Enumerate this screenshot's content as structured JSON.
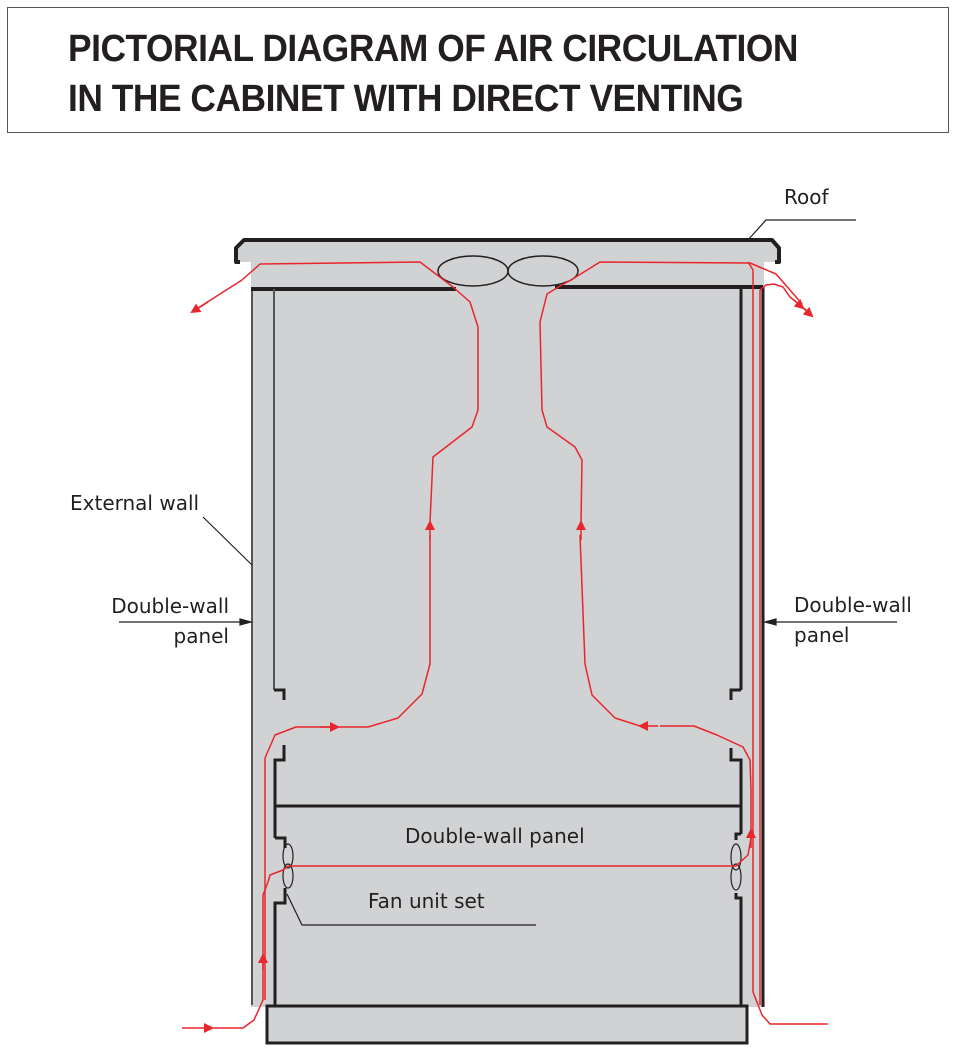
{
  "title": {
    "line1": "PICTORIAL DIAGRAM OF AIR CIRCULATION",
    "line2": "IN THE CABINET WITH DIRECT VENTING"
  },
  "labels": {
    "roof": "Roof",
    "external_wall": "External wall",
    "double_wall_left_1": "Double-wall",
    "double_wall_left_2": "panel",
    "double_wall_right_1": "Double-wall",
    "double_wall_right_2": "panel",
    "double_wall_center": "Double-wall panel",
    "fan_unit_set": "Fan unit set"
  },
  "colors": {
    "airflow": "#e8262c",
    "structure": "#231f20",
    "panel_fill": "#d1d2d4",
    "background": "#ffffff"
  }
}
